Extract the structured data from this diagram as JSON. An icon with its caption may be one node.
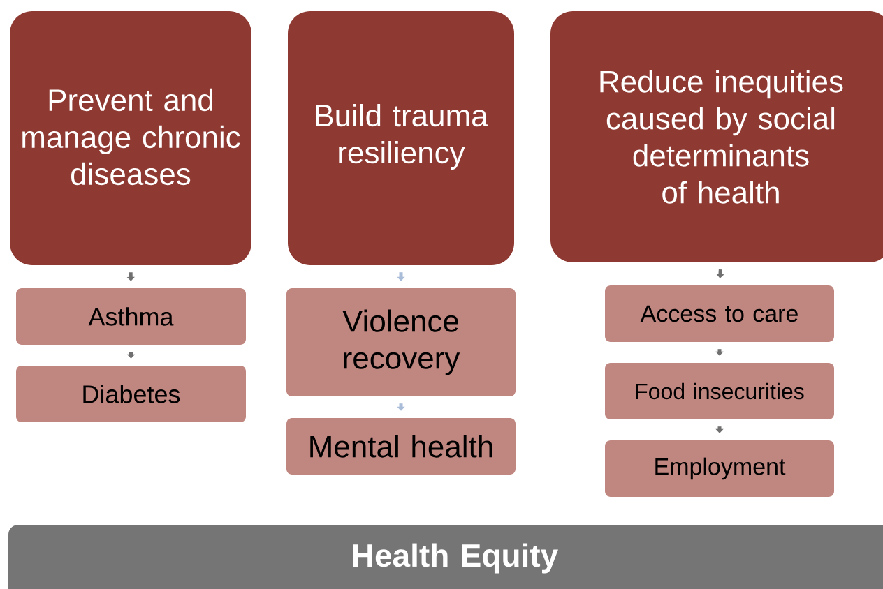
{
  "diagram": {
    "nodes": [
      {
        "text": [
          "Prevent and manage chronic diseases"
        ]
      },
      {
        "text": [
          "Build trauma resiliency"
        ]
      },
      {
        "text": [
          "Reduce inequities caused by social determinants of health"
        ]
      },
      {
        "text": [
          "Asthma"
        ]
      },
      {
        "text": [
          "Diabetes"
        ]
      },
      {
        "text": [
          "Violence recovery"
        ]
      },
      {
        "text": [
          "Mental health"
        ]
      },
      {
        "text": [
          "Access to care"
        ]
      },
      {
        "text": [
          "Food insecurities"
        ]
      },
      {
        "text": [
          "Employment"
        ]
      },
      {
        "text": [
          "Health Equity"
        ]
      }
    ],
    "edges": [
      {
        "from": 0,
        "to": 3,
        "arrow": "to"
      },
      {
        "from": 3,
        "to": 4,
        "arrow": "to"
      },
      {
        "from": 1,
        "to": 5,
        "arrow": "to",
        "color": "#a9bcd8"
      },
      {
        "from": 5,
        "to": 6,
        "arrow": "to",
        "color": "#a9bcd8"
      },
      {
        "from": 2,
        "to": 7,
        "arrow": "to"
      },
      {
        "from": 7,
        "to": 8,
        "arrow": "to"
      },
      {
        "from": 8,
        "to": 9,
        "arrow": "to"
      }
    ]
  }
}
